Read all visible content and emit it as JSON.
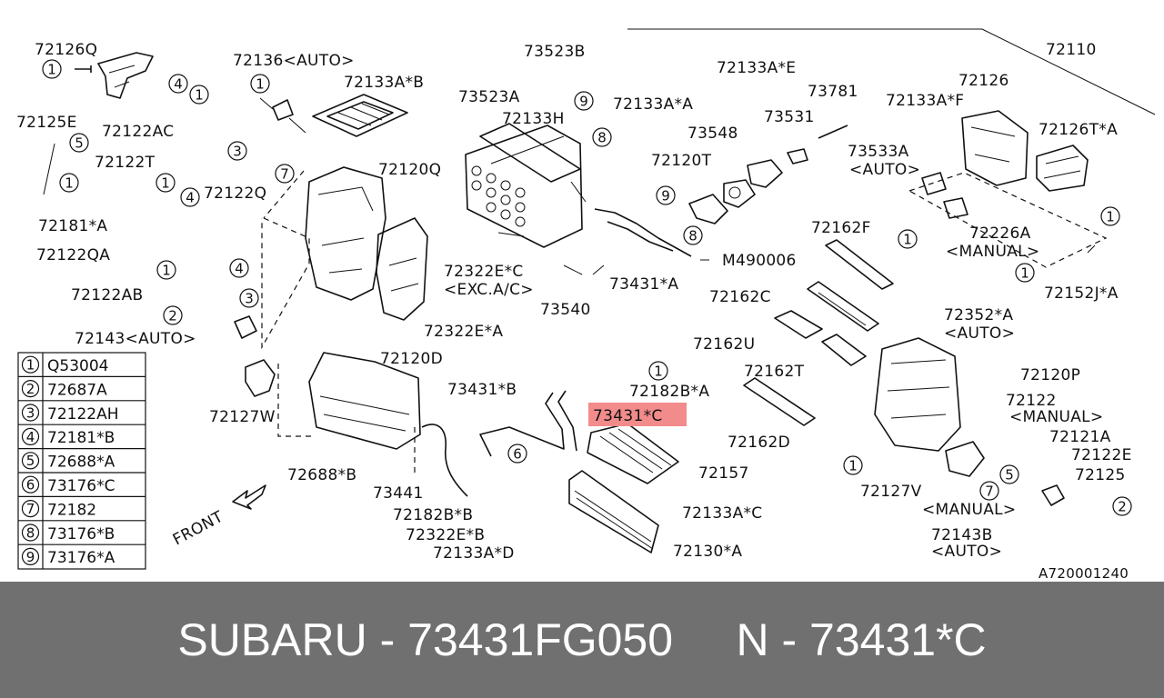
{
  "diagram": {
    "labels": [
      "72126Q",
      "72136<AUTO>",
      "72133A*B",
      "73523B",
      "72110",
      "72125E",
      "72122AC",
      "72122T",
      "72181*A",
      "72122Q",
      "72122QA",
      "72120Q",
      "73523A",
      "72133H",
      "72133A*A",
      "72133A*E",
      "73781",
      "72133A*F",
      "72126",
      "72126T*A",
      "73548",
      "73531",
      "73533A",
      "<AUTO>",
      "72120T",
      "72162F",
      "72226A",
      "<MANUAL>",
      "M490006",
      "72322E*C",
      "<EXC.A/C>",
      "73431*A",
      "73540",
      "72152J*A",
      "72162C",
      "72352*A",
      "<AUTO>",
      "72322E*A",
      "72162U",
      "72122AB",
      "72143<AUTO>",
      "72120D",
      "72162T",
      "72120P",
      "73431*B",
      "72182B*A",
      "73431*C",
      "72122",
      "<MANUAL>",
      "72121A",
      "72127W",
      "72157",
      "72162D",
      "72122E",
      "72125",
      "72688*B",
      "73441",
      "72127V",
      "<MANUAL>",
      "72182B*B",
      "72133A*C",
      "72143B",
      "<AUTO>",
      "72322E*B",
      "72133A*D",
      "72130*A",
      "A720001240",
      "FRONT"
    ],
    "highlight": "73431*C",
    "highlight_color": "#f28b8b",
    "legend": [
      {
        "n": "1",
        "code": "Q53004"
      },
      {
        "n": "2",
        "code": "72687A"
      },
      {
        "n": "3",
        "code": "72122AH"
      },
      {
        "n": "4",
        "code": "72181*B"
      },
      {
        "n": "5",
        "code": "72688*A"
      },
      {
        "n": "6",
        "code": "73176*C"
      },
      {
        "n": "7",
        "code": "72182"
      },
      {
        "n": "8",
        "code": "73176*B"
      },
      {
        "n": "9",
        "code": "73176*A"
      }
    ],
    "callouts": [
      "1",
      "4",
      "1",
      "3",
      "1",
      "4",
      "7",
      "1",
      "4",
      "3",
      "1",
      "2",
      "1",
      "1",
      "9",
      "8",
      "9",
      "8",
      "1",
      "1",
      "6",
      "7",
      "5",
      "5",
      "1",
      "1",
      "2"
    ]
  },
  "footer": {
    "text": "SUBARU - 73431FG050     N - 73431*C",
    "background": "#707070",
    "color": "#ffffff"
  }
}
